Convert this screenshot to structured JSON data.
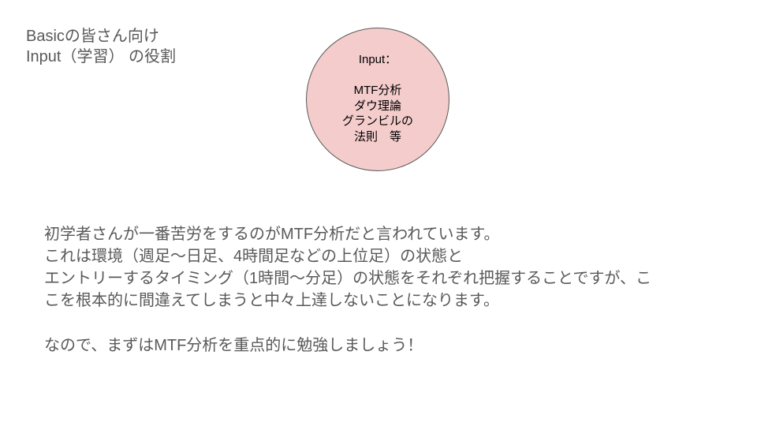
{
  "slide": {
    "title": {
      "lines": [
        "Basicの皆さん向け",
        "Input（学習） の役割"
      ]
    },
    "circle": {
      "fill_color": "#f4cccc",
      "border_color": "#595959",
      "lines": [
        "Input：",
        "",
        "MTF分析",
        "ダウ理論",
        "グランビルの",
        "法則　等"
      ]
    },
    "body": {
      "lines": [
        "初学者さんが一番苦労をするのがMTF分析だと言われています。",
        "これは環境（週足～日足、4時間足などの上位足）の状態と",
        "エントリーするタイミング（1時間～分足）の状態をそれぞれ把握することですが、こ",
        "こを根本的に間違えてしまうと中々上達しないことになります。"
      ],
      "closing": "なので、まずはMTF分析を重点的に勉強しましょう！"
    },
    "text_color": "#595959"
  }
}
